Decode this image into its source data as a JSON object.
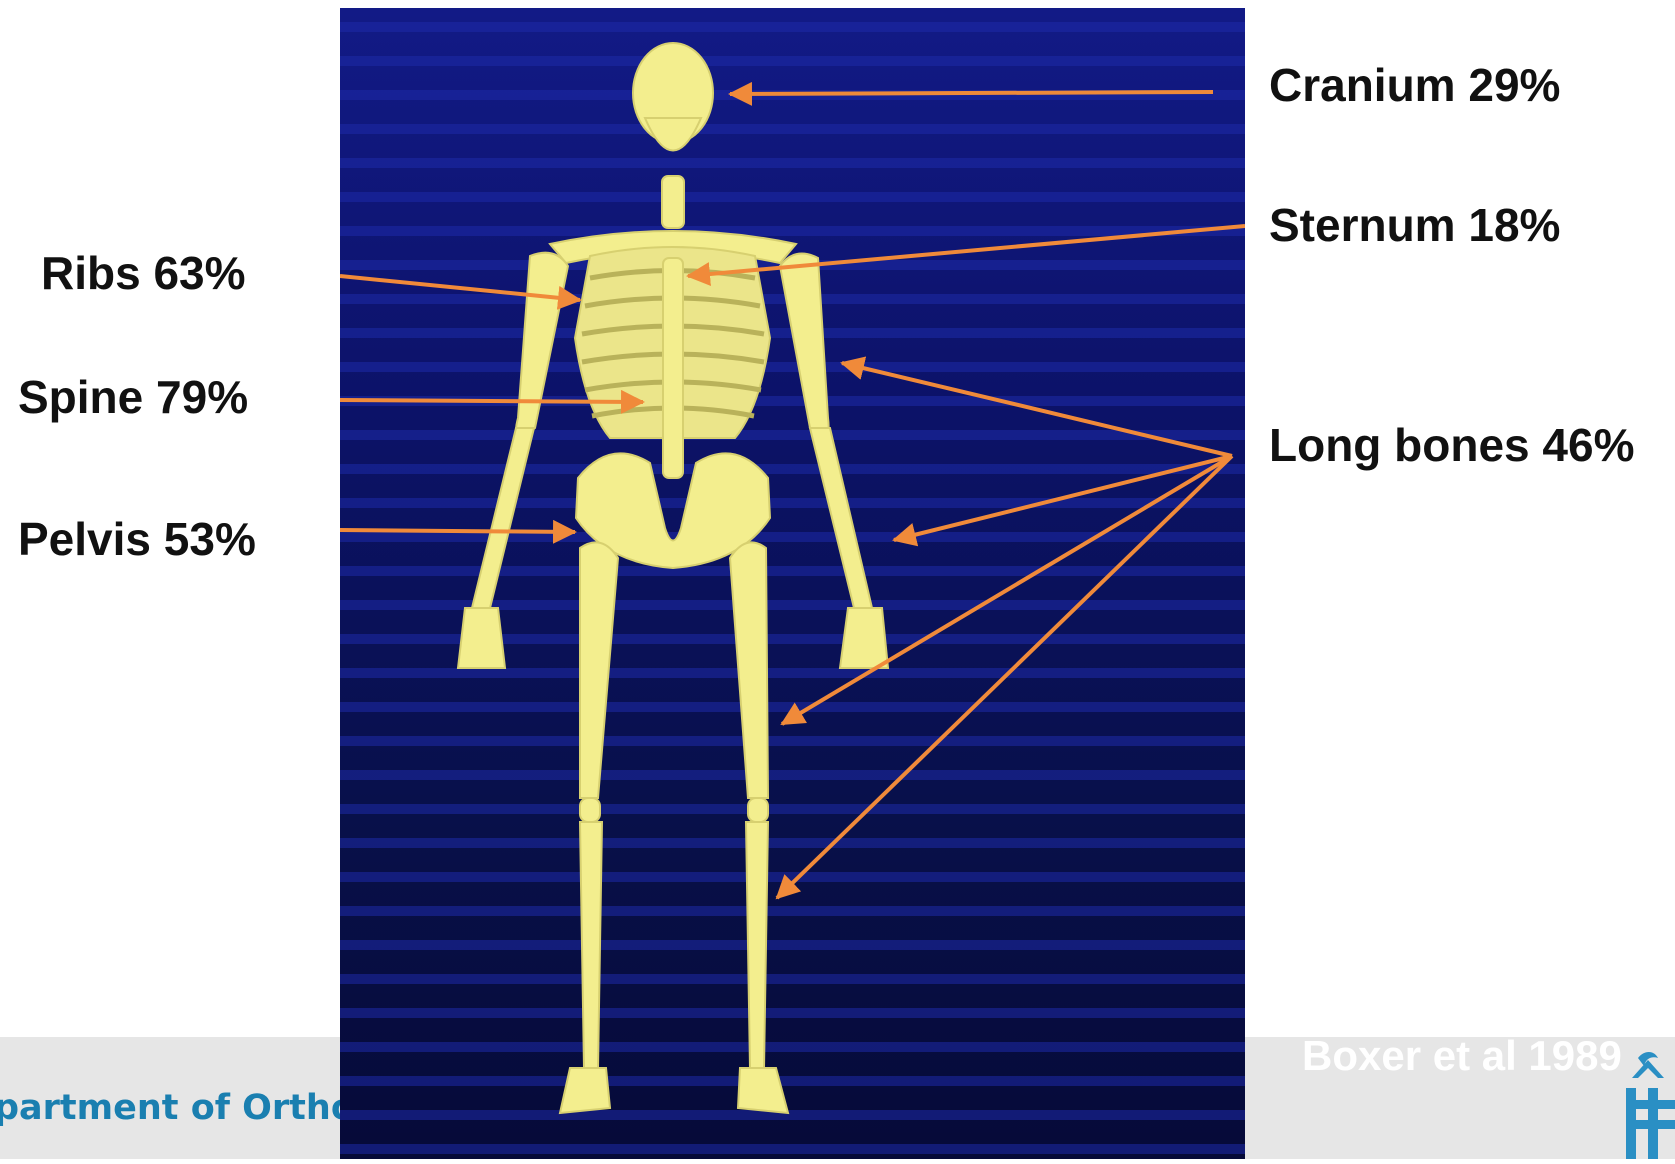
{
  "labels": {
    "cranium": "Cranium 29%",
    "sternum": "Sternum 18%",
    "long_bones": "Long bones 46%",
    "ribs": "Ribs 63%",
    "spine": "Spine 79%",
    "pelvis": "Pelvis 53%"
  },
  "citation": "Boxer et al 1989",
  "footer": {
    "department": "partment of Ortho"
  },
  "colors": {
    "background": "#ffffff",
    "photo_background": "#0c1268",
    "bone": "#f3ee8e",
    "arrow": "#f08a3a",
    "footer_band": "#e6e6e6",
    "department_text": "#1a7fb0"
  }
}
